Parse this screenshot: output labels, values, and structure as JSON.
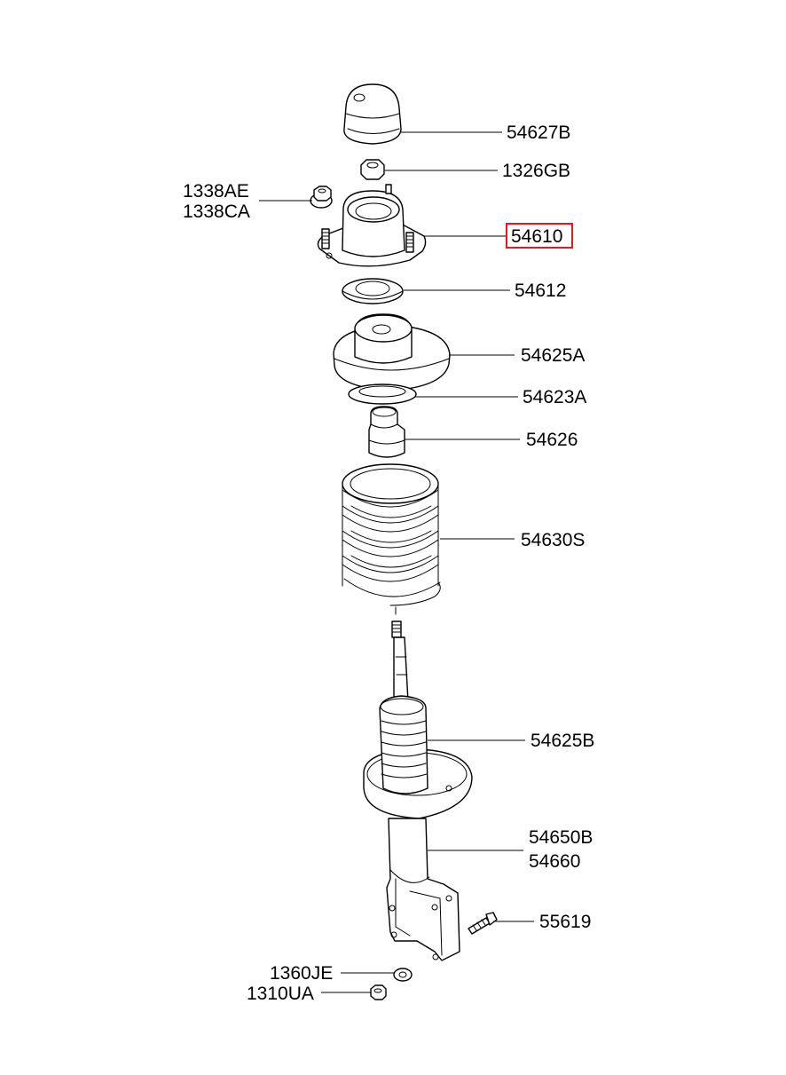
{
  "labels": {
    "p54627B": "54627B",
    "p1326GB": "1326GB",
    "p1338AE": "1338AE",
    "p1338CA": "1338CA",
    "p54610": "54610",
    "p54612": "54612",
    "p54625A": "54625A",
    "p54623A": "54623A",
    "p54626": "54626",
    "p54630S": "54630S",
    "p54625B": "54625B",
    "p54650B": "54650B",
    "p54660": "54660",
    "p55619": "55619",
    "p1360JE": "1360JE",
    "p1310UA": "1310UA"
  },
  "highlight": {
    "part": "54610",
    "color": "#e01b1b"
  }
}
